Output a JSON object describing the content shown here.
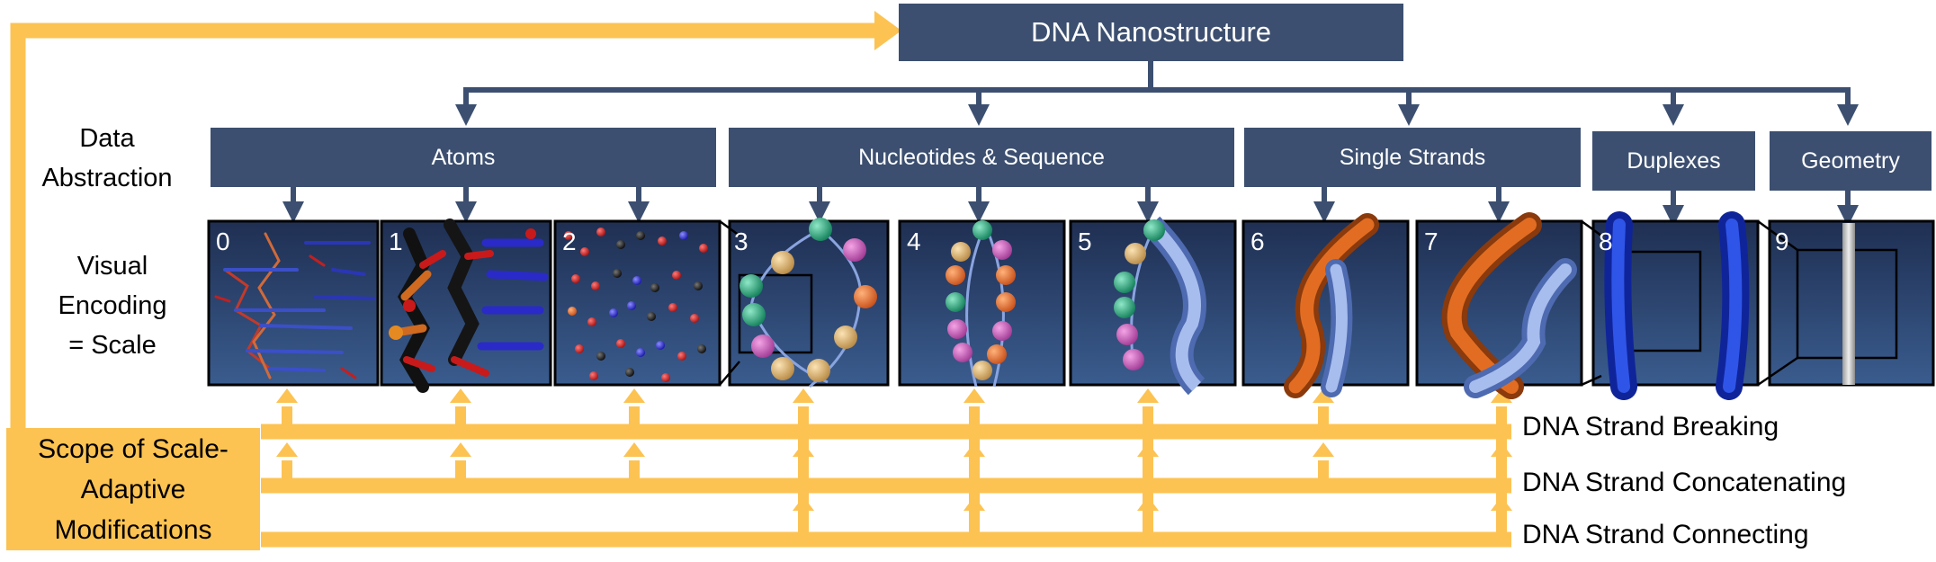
{
  "root": {
    "label": "DNA Nanostructure"
  },
  "row_labels": {
    "abstraction": "Data\nAbstraction",
    "encoding": "Visual\nEncoding\n= Scale"
  },
  "abstractions": [
    {
      "label": "Atoms"
    },
    {
      "label": "Nucleotides & Sequence"
    },
    {
      "label": "Single Strands"
    },
    {
      "label": "Duplexes"
    },
    {
      "label": "Geometry"
    }
  ],
  "panels": [
    {
      "number": "0"
    },
    {
      "number": "1"
    },
    {
      "number": "2"
    },
    {
      "number": "3"
    },
    {
      "number": "4"
    },
    {
      "number": "5"
    },
    {
      "number": "6"
    },
    {
      "number": "7"
    },
    {
      "number": "8"
    },
    {
      "number": "9"
    }
  ],
  "scope": {
    "label": "Scope of Scale-\nAdaptive\nModifications"
  },
  "operations": [
    {
      "label": "DNA Strand Breaking"
    },
    {
      "label": "DNA Strand Concatenating"
    },
    {
      "label": "DNA Strand Connecting"
    }
  ],
  "colors": {
    "box": "#3c4f70",
    "arrow_blue": "#3c4f70",
    "scope_yellow": "#fcc353",
    "panel_bg": "#2f4a78",
    "strand_orange": "#d9661c",
    "strand_blue": "#8aa4e0",
    "duplex_blue": "#1d3fd6"
  }
}
